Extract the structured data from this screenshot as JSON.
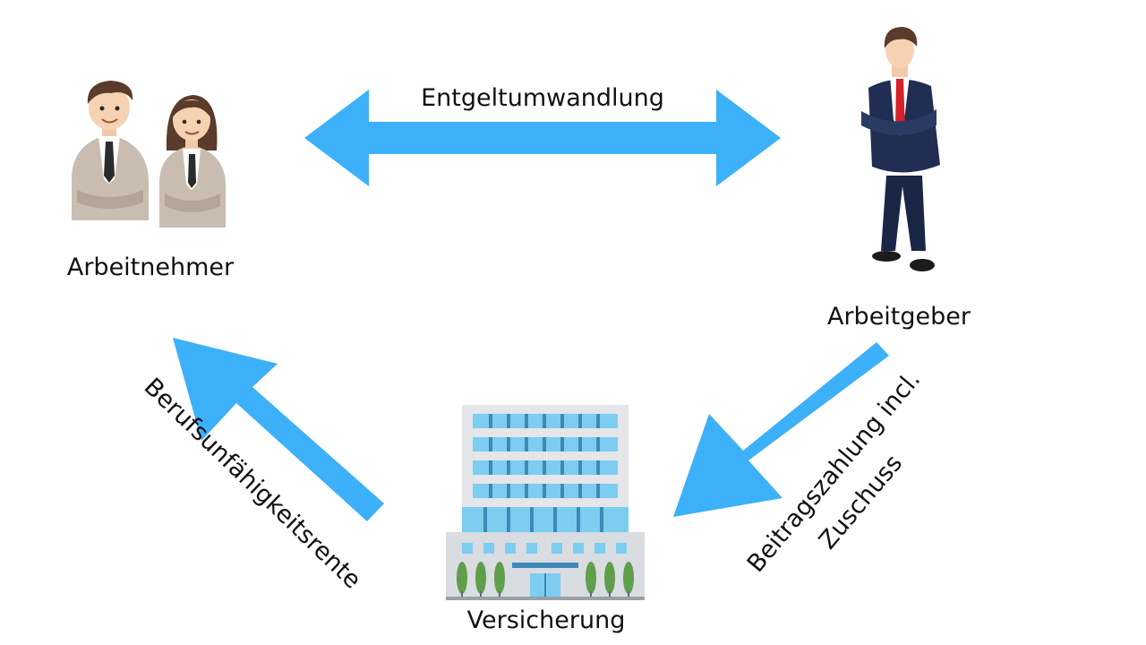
{
  "nodes": {
    "employees": {
      "label": "Arbeitnehmer"
    },
    "employer": {
      "label": "Arbeitgeber"
    },
    "insurance": {
      "label": "Versicherung"
    }
  },
  "edges": {
    "salary_conversion": {
      "label": "Entgeltumwandlung"
    },
    "contribution": {
      "line1": "Beitragszahlung incl.",
      "line2": "Zuschuss"
    },
    "disability_pension": {
      "label": "Berufsunfähigkeitsrente"
    }
  },
  "colors": {
    "arrow": "#3DB0FA",
    "suit_employee": "#C9BDB2",
    "suit_employer": "#1F2E52",
    "tie_employer": "#D6202A",
    "building_glass": "#7CCDF0",
    "tree": "#5F9E4A"
  }
}
